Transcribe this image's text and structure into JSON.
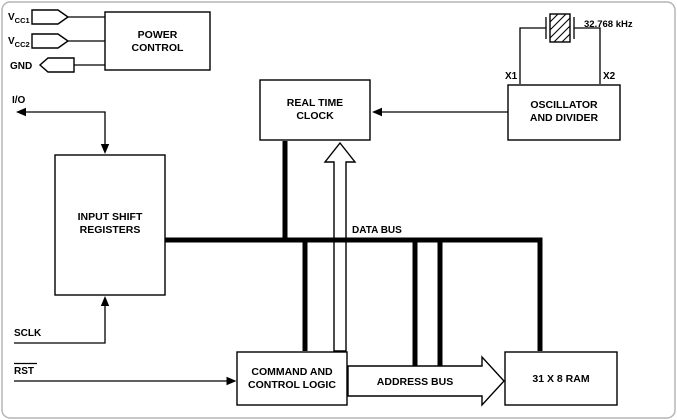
{
  "blocks": {
    "power_control": {
      "line1": "POWER",
      "line2": "CONTROL"
    },
    "oscillator_divider": {
      "line1": "OSCILLATOR",
      "line2": "AND DIVIDER"
    },
    "real_time_clock": {
      "line1": "REAL TIME",
      "line2": "CLOCK"
    },
    "input_shift_registers": {
      "line1": "INPUT SHIFT",
      "line2": "REGISTERS"
    },
    "command_control_logic": {
      "line1": "COMMAND AND",
      "line2": "CONTROL LOGIC"
    },
    "ram": {
      "label": "31 X 8 RAM"
    }
  },
  "pins": {
    "vcc1": {
      "main": "V",
      "sub": "CC1"
    },
    "vcc2": {
      "main": "V",
      "sub": "CC2"
    },
    "gnd": {
      "label": "GND"
    },
    "io": {
      "label": "I/O"
    },
    "sclk": {
      "label": "SCLK"
    },
    "rst": {
      "label": "RST"
    },
    "x1": {
      "label": "X1"
    },
    "x2": {
      "label": "X2"
    }
  },
  "annotations": {
    "crystal_frequency": "32.768 kHz",
    "data_bus": "DATA BUS",
    "address_bus": "ADDRESS BUS"
  },
  "colors": {
    "line": "#000000",
    "background": "#ffffff",
    "frame": "#b5b5b5"
  }
}
